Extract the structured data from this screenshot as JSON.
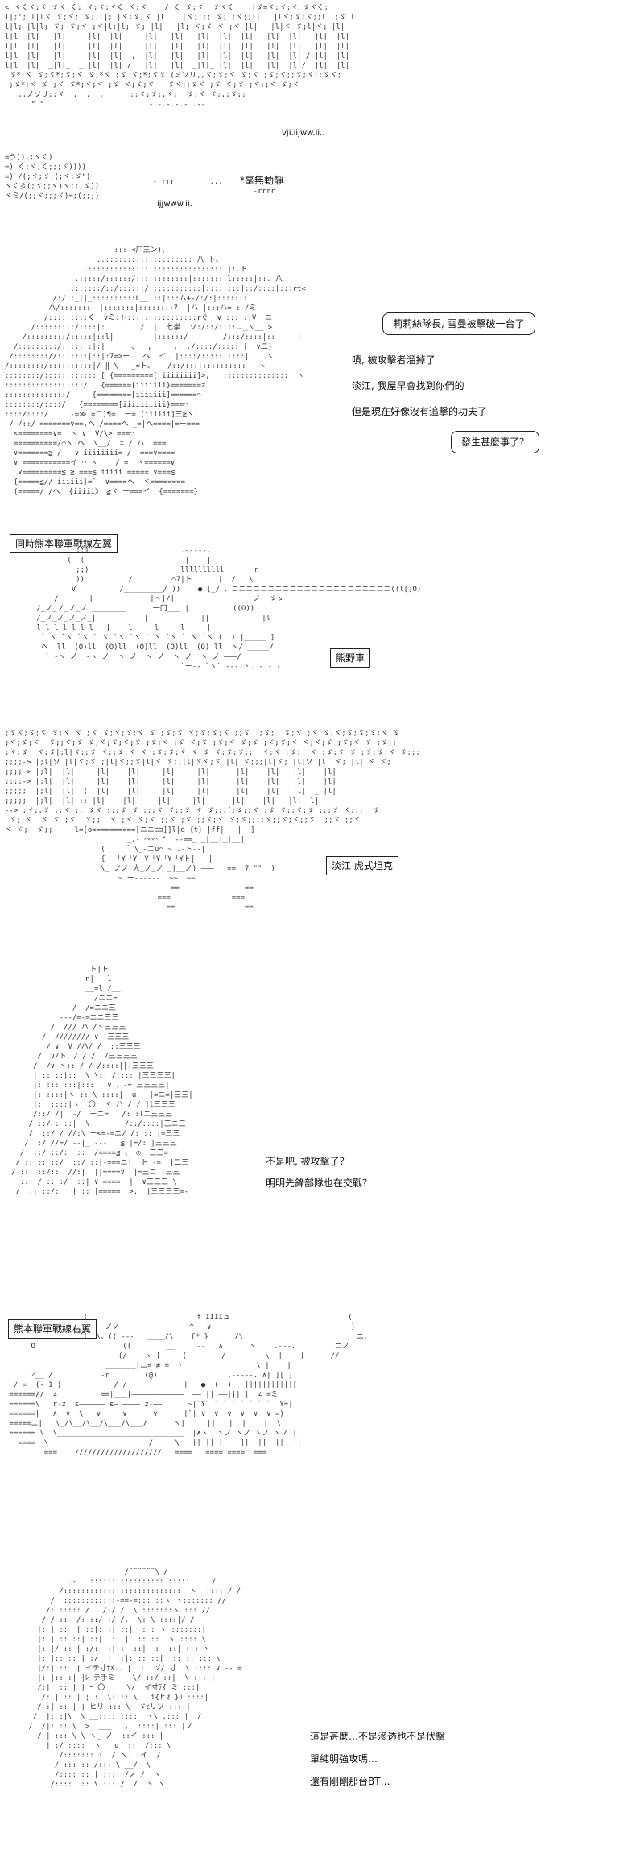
{
  "panel1": {
    "sfx_top": "*毫無動靜",
    "sfx_small": "ijjwww.ii.",
    "sfx_small2": "vji.iijww.ii.."
  },
  "panel2": {
    "bubble_1": "莉莉絲隊長, 雪曼被擊破一台了",
    "line_1": "嘖, 被攻擊者溜掉了",
    "line_2": "淡江, 我屋早會找到你們的",
    "line_3": "但是現在好像沒有追擊的功夫了",
    "bubble_2": "發生甚麼事了？"
  },
  "panel3": {
    "label_left": "同時熊本聯軍戰線左翼",
    "label_tank": "熊野車"
  },
  "panel4": {
    "label_tank": "淡江 虎式坦克"
  },
  "panel5": {
    "line_1": "不是吧, 被攻擊了？",
    "line_2": "明明先鋒部隊也在交戰？"
  },
  "panel6": {
    "label_right": "熊本聯軍戰線右翼"
  },
  "panel7": {
    "line_1": "這是甚麼…不是滲透也不是伏擊",
    "line_2": "單純明強攻嗎…",
    "line_3": "還有剛剛那台BT…"
  }
}
